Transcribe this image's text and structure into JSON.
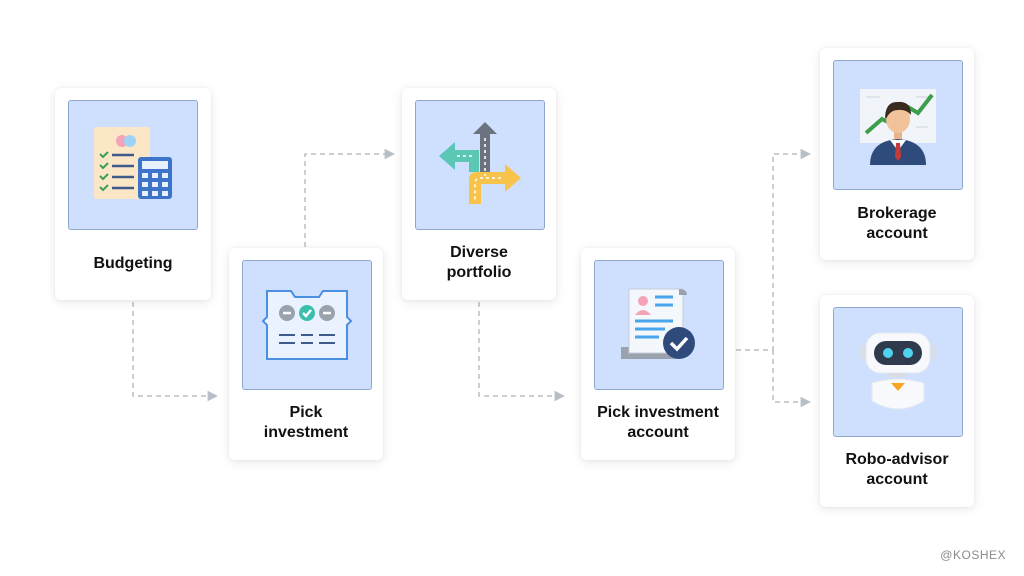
{
  "steps": [
    {
      "id": "budgeting",
      "label": "Budgeting",
      "icon": "budget-calculator-icon"
    },
    {
      "id": "pick-investment",
      "label": "Pick\ninvestment",
      "icon": "selection-panel-icon"
    },
    {
      "id": "diverse-portfolio",
      "label": "Diverse\nportfolio",
      "icon": "direction-arrows-icon"
    },
    {
      "id": "pick-investment-account",
      "label": "Pick investment\naccount",
      "icon": "approved-document-icon"
    },
    {
      "id": "brokerage-account",
      "label": "Brokerage\naccount",
      "icon": "broker-person-icon"
    },
    {
      "id": "robo-advisor-account",
      "label": "Robo-advisor\naccount",
      "icon": "robot-icon"
    }
  ],
  "watermark": "@KOSHEX",
  "colors": {
    "tile_fill": "#cfe0ff",
    "tile_border": "#8fa8cc",
    "connector": "#b9bfc8"
  }
}
